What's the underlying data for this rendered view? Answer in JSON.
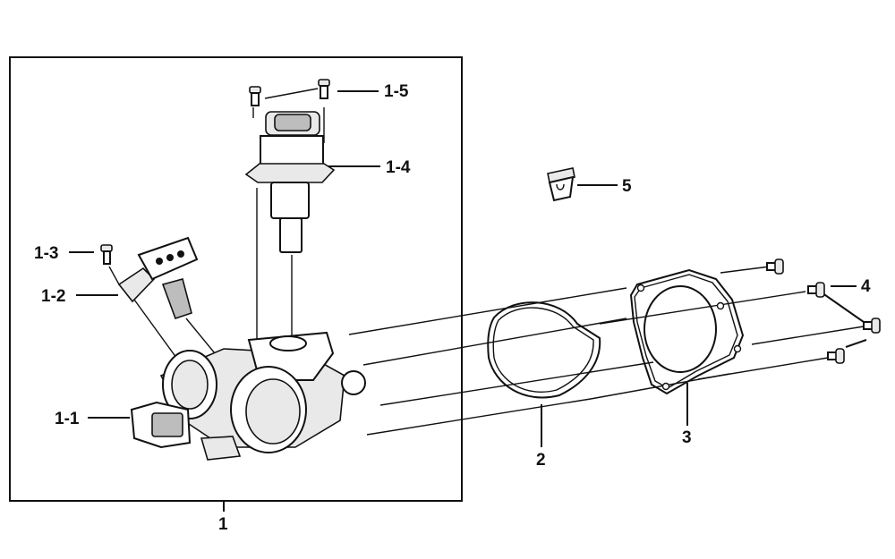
{
  "callouts": [
    {
      "id": "1",
      "label": "1"
    },
    {
      "id": "1-1",
      "label": "1-1"
    },
    {
      "id": "1-2",
      "label": "1-2"
    },
    {
      "id": "1-3",
      "label": "1-3"
    },
    {
      "id": "1-4",
      "label": "1-4"
    },
    {
      "id": "1-5",
      "label": "1-5"
    },
    {
      "id": "2",
      "label": "2"
    },
    {
      "id": "3",
      "label": "3"
    },
    {
      "id": "4",
      "label": "4"
    },
    {
      "id": "5",
      "label": "5"
    }
  ],
  "colors": {
    "line": "#111111",
    "background": "#ffffff"
  }
}
